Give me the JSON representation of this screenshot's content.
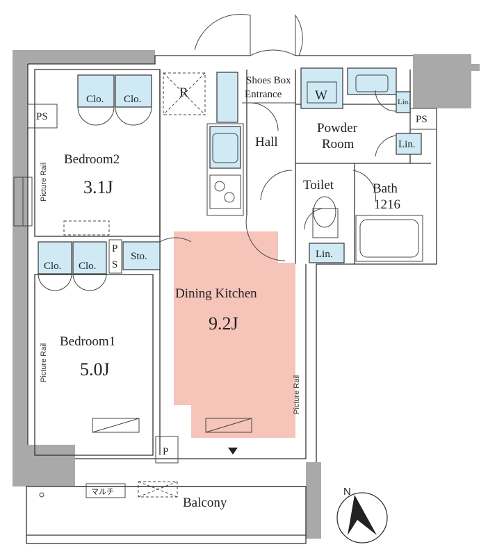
{
  "rooms": {
    "bedroom2": {
      "name": "Bedroom2",
      "size": "3.1J"
    },
    "bedroom1": {
      "name": "Bedroom1",
      "size": "5.0J"
    },
    "dining": {
      "name": "Dining Kitchen",
      "size": "9.2J"
    },
    "powder": {
      "line1": "Powder",
      "line2": "Room"
    },
    "bath": {
      "name": "Bath",
      "size": "1216"
    },
    "toilet": "Toilet",
    "hall": "Hall",
    "entrance": "Entrance",
    "shoes_box": "Shoes Box",
    "balcony": "Balcony"
  },
  "labels": {
    "closet": "Clo.",
    "linen": "Lin.",
    "storage": "Sto.",
    "ps": "PS",
    "ps_vertical_1": "P",
    "ps_vertical_2": "S",
    "refrigerator": "R",
    "washer": "W",
    "pipe": "P",
    "multi": "マルチ",
    "picture_rail": "Picture Rail",
    "north": "N"
  },
  "colors": {
    "dining_fill": "#f6c4b8",
    "closet_fill": "#cfeaf4",
    "wall": "#a9a9a9"
  }
}
